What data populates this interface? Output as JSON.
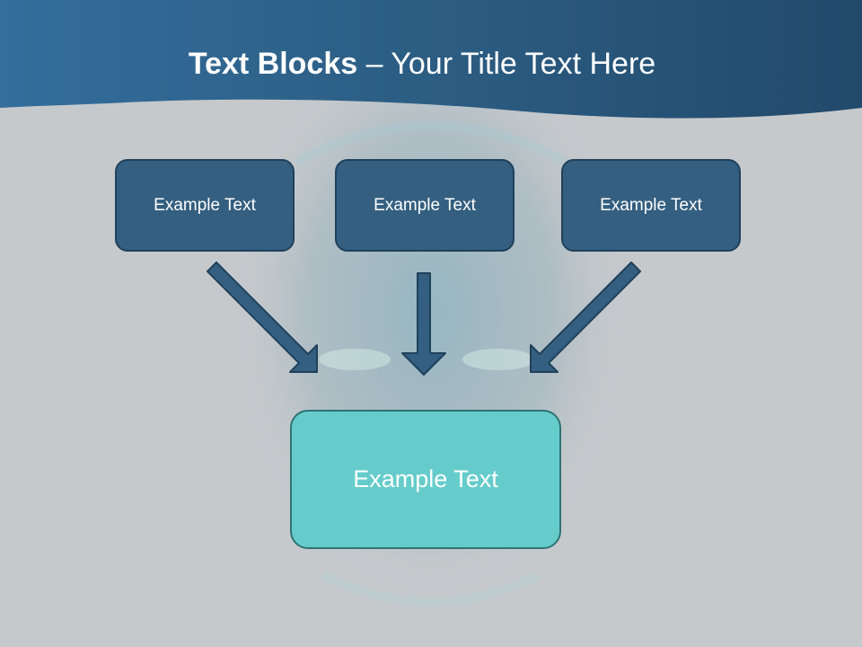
{
  "title": {
    "bold": "Text Blocks",
    "dash": " – ",
    "rest": "Your Title Text Here"
  },
  "boxes": {
    "top_left": "Example Text",
    "top_middle": "Example Text",
    "top_right": "Example Text",
    "bottom": "Example Text"
  },
  "colors": {
    "header": "#2b5b80",
    "small_box": "#345f80",
    "big_box": "#66cccb",
    "arrow": "#345f80",
    "background": "#c6c9cc"
  }
}
